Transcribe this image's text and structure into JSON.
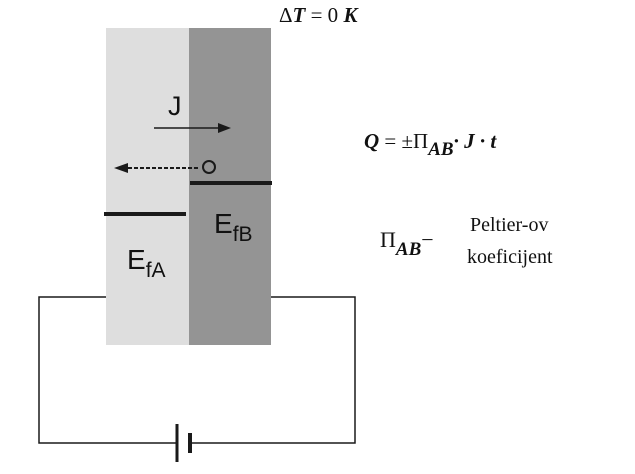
{
  "header": {
    "delta": "Δ",
    "temp_symbol": "T",
    "equals": " = 0 ",
    "unit": "K"
  },
  "current": {
    "label": "J"
  },
  "levels": {
    "left_main": "E",
    "left_sub": "fA",
    "right_main": "E",
    "right_sub": "fB"
  },
  "equation": {
    "lhs": "Q",
    "rhs_prefix": " = ±Π",
    "subscript": "AB",
    "rhs_suffix": "· J · t"
  },
  "definition": {
    "symbol": "Π",
    "subscript": "AB",
    "dash": "−",
    "line1": "Peltier-ov",
    "line2": "koeficijent"
  },
  "colors": {
    "material_a": "#dedede",
    "material_b": "#949494",
    "line": "#1a1a1a"
  }
}
